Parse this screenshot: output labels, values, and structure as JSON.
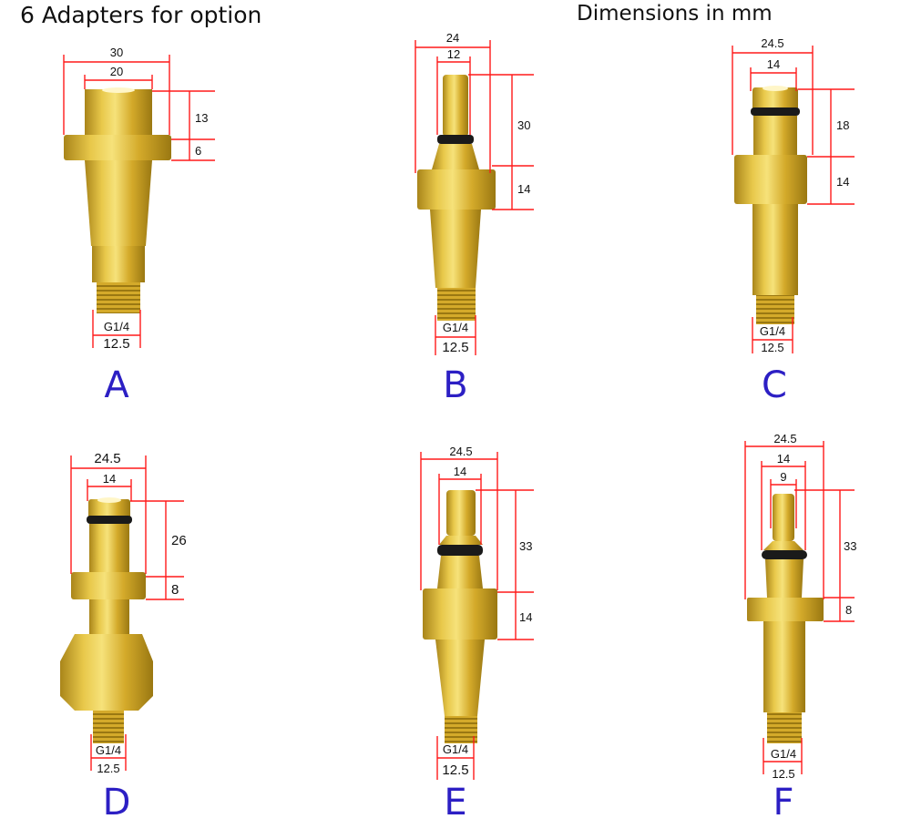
{
  "header": {
    "title": "6 Adapters for option",
    "units": "Dimensions in mm"
  },
  "colors": {
    "brass": "#d9b12e",
    "brass_dark": "#a9851a",
    "brass_light": "#f3da6a",
    "dimension_line": "#ff1a1a",
    "letter": "#2c1fc4",
    "oring": "#1a1a1a"
  },
  "adapters": [
    {
      "letter": "A",
      "outer_width": "30",
      "inner_width": "20",
      "height_1": "13",
      "height_2": "6",
      "thread": "G1/4",
      "thread_width": "12.5"
    },
    {
      "letter": "B",
      "outer_width": "24",
      "inner_width": "12",
      "height_1": "30",
      "height_2": "14",
      "thread": "G1/4",
      "thread_width": "12.5"
    },
    {
      "letter": "C",
      "outer_width": "24.5",
      "inner_width": "14",
      "height_1": "18",
      "height_2": "14",
      "thread": "G1/4",
      "thread_width": "12.5"
    },
    {
      "letter": "D",
      "outer_width": "24.5",
      "inner_width": "14",
      "height_1": "26",
      "height_2": "8",
      "thread": "G1/4",
      "thread_width": "12.5"
    },
    {
      "letter": "E",
      "outer_width": "24.5",
      "inner_width": "14",
      "height_1": "33",
      "height_2": "14",
      "thread": "G1/4",
      "thread_width": "12.5"
    },
    {
      "letter": "F",
      "outer_width": "24.5",
      "inner_width": "14",
      "third_width": "9",
      "height_1": "33",
      "height_2": "8",
      "thread": "G1/4",
      "thread_width": "12.5"
    }
  ]
}
